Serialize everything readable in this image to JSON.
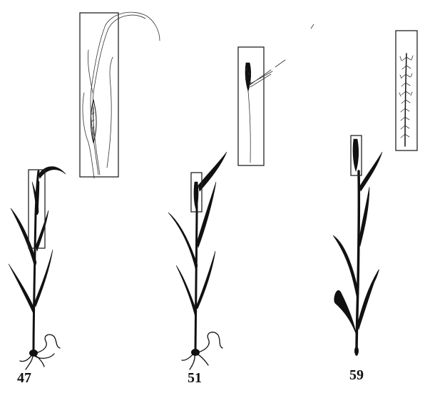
{
  "stages": [
    {
      "label": "47"
    },
    {
      "label": "51"
    },
    {
      "label": "59"
    }
  ]
}
